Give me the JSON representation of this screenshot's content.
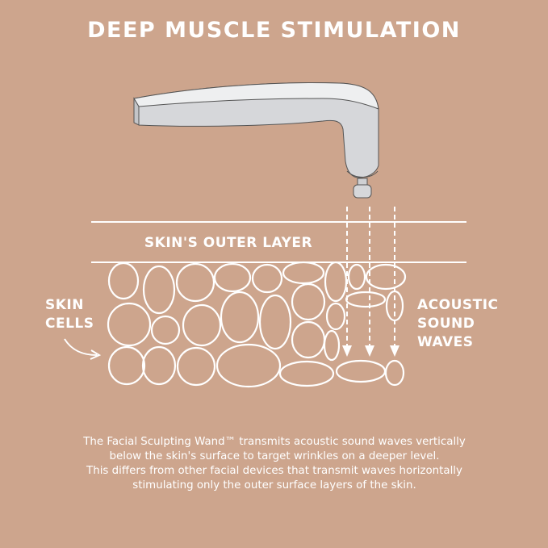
{
  "title": "DEEP MUSCLE STIMULATION",
  "labels": {
    "outer_layer": "SKIN'S OUTER LAYER",
    "skin_cells": [
      "SKIN",
      "CELLS"
    ],
    "acoustic": [
      "ACOUSTIC",
      "SOUND",
      "WAVES"
    ]
  },
  "description": [
    "The Facial Sculpting Wand™ transmits acoustic sound waves vertically",
    "below the skin's surface to target wrinkles on a deeper level.",
    "This differs from other facial devices that transmit waves horizontally",
    "stimulating only the outer surface layers of the skin."
  ],
  "colors": {
    "background": "#cda58d",
    "foreground": "#ffffff",
    "wand": "#d9dadc"
  }
}
